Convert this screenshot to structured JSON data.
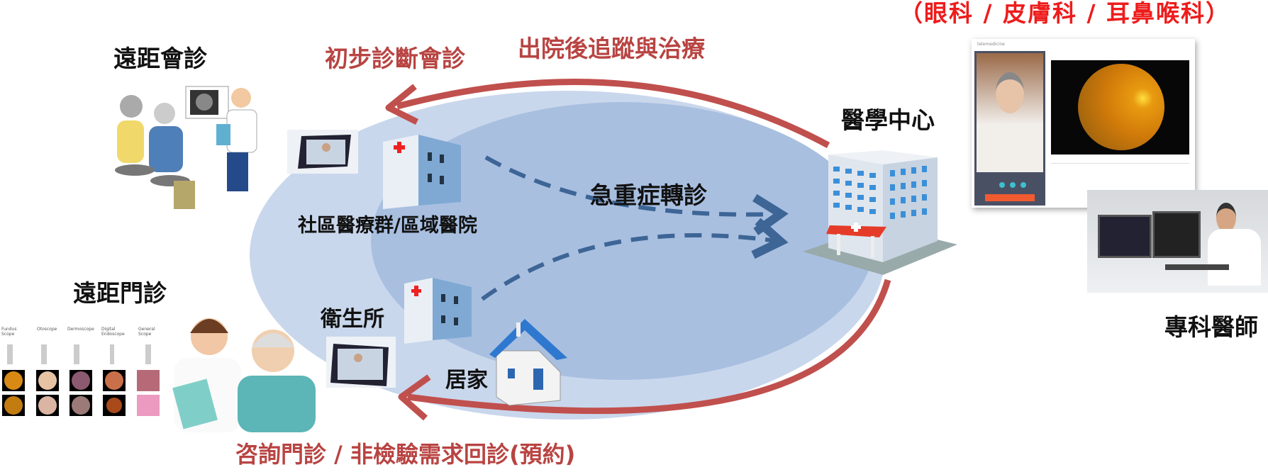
{
  "title": "（眼科 / 皮膚科 / 耳鼻喉科）",
  "labels": {
    "remote_consultation": "遠距會診",
    "initial_diagnosis": "初步診斷會診",
    "post_discharge": "出院後追蹤與治療",
    "medical_center": "醫學中心",
    "emergency_referral": "急重症轉診",
    "community_hospital": "社區醫療群/區域醫院",
    "health_station": "衛生所",
    "home": "居家",
    "remote_clinic": "遠距門診",
    "consult_clinic": "咨詢門診 / 非檢驗需求回診(預約)",
    "specialist": "專科醫師"
  },
  "telemedicine_panel": {
    "logo": "telemedicine"
  },
  "devices": [
    "Fundus Scope",
    "Otoscope",
    "Dermoscope",
    "Digital Endoscope",
    "General Scope"
  ],
  "colors": {
    "arc": "#c0504d",
    "dash": "#3d6596",
    "outer": "#c9d7ec",
    "inner": "#a8bfe0",
    "title": "#ee1c1c"
  }
}
